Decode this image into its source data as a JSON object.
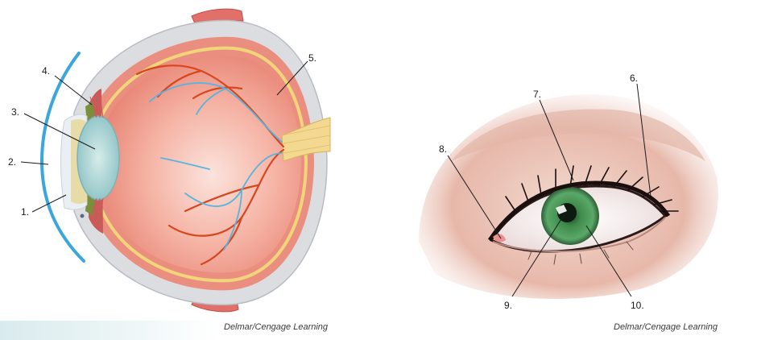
{
  "labels": {
    "l1": "1.",
    "l2": "2.",
    "l3": "3.",
    "l4": "4.",
    "l5": "5.",
    "l6": "6.",
    "l7": "7.",
    "l8": "8.",
    "l9": "9.",
    "l10": "10."
  },
  "credits": {
    "left": "Delmar/Cengage Learning",
    "right": "Delmar/Cengage Learning"
  },
  "colors": {
    "sclera": "#d8d8dc",
    "choroid": "#e58a80",
    "retina": "#f2a08f",
    "artery": "#d9481f",
    "vein": "#4fb2df",
    "lens": "#9fcfd6",
    "cornea": "#3aa6db",
    "iris": "#4f9a58"
  }
}
